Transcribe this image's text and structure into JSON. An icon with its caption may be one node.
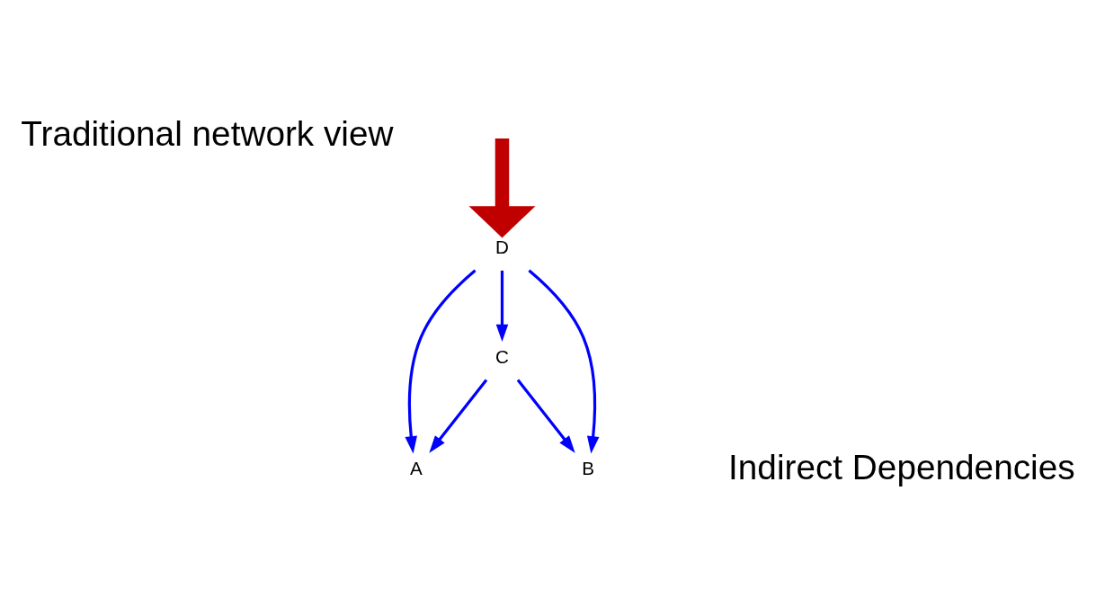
{
  "diagram": {
    "nodes": [
      {
        "text": [
          "D"
        ]
      },
      {
        "text": [
          "C"
        ]
      },
      {
        "text": [
          "A"
        ]
      },
      {
        "text": [
          "B"
        ]
      }
    ],
    "edges": [
      {
        "from": null,
        "to": 0,
        "arrow": "to",
        "style": "thick",
        "color": "#c00000"
      },
      {
        "from": 0,
        "to": 1,
        "arrow": "to"
      },
      {
        "from": 0,
        "to": 2,
        "arrow": "to"
      },
      {
        "from": 0,
        "to": 3,
        "arrow": "to"
      },
      {
        "from": 1,
        "to": 2,
        "arrow": "to"
      },
      {
        "from": 1,
        "to": 3,
        "arrow": "to"
      }
    ],
    "labels": [
      "Traditional network view",
      "Indirect Dependencies"
    ]
  }
}
